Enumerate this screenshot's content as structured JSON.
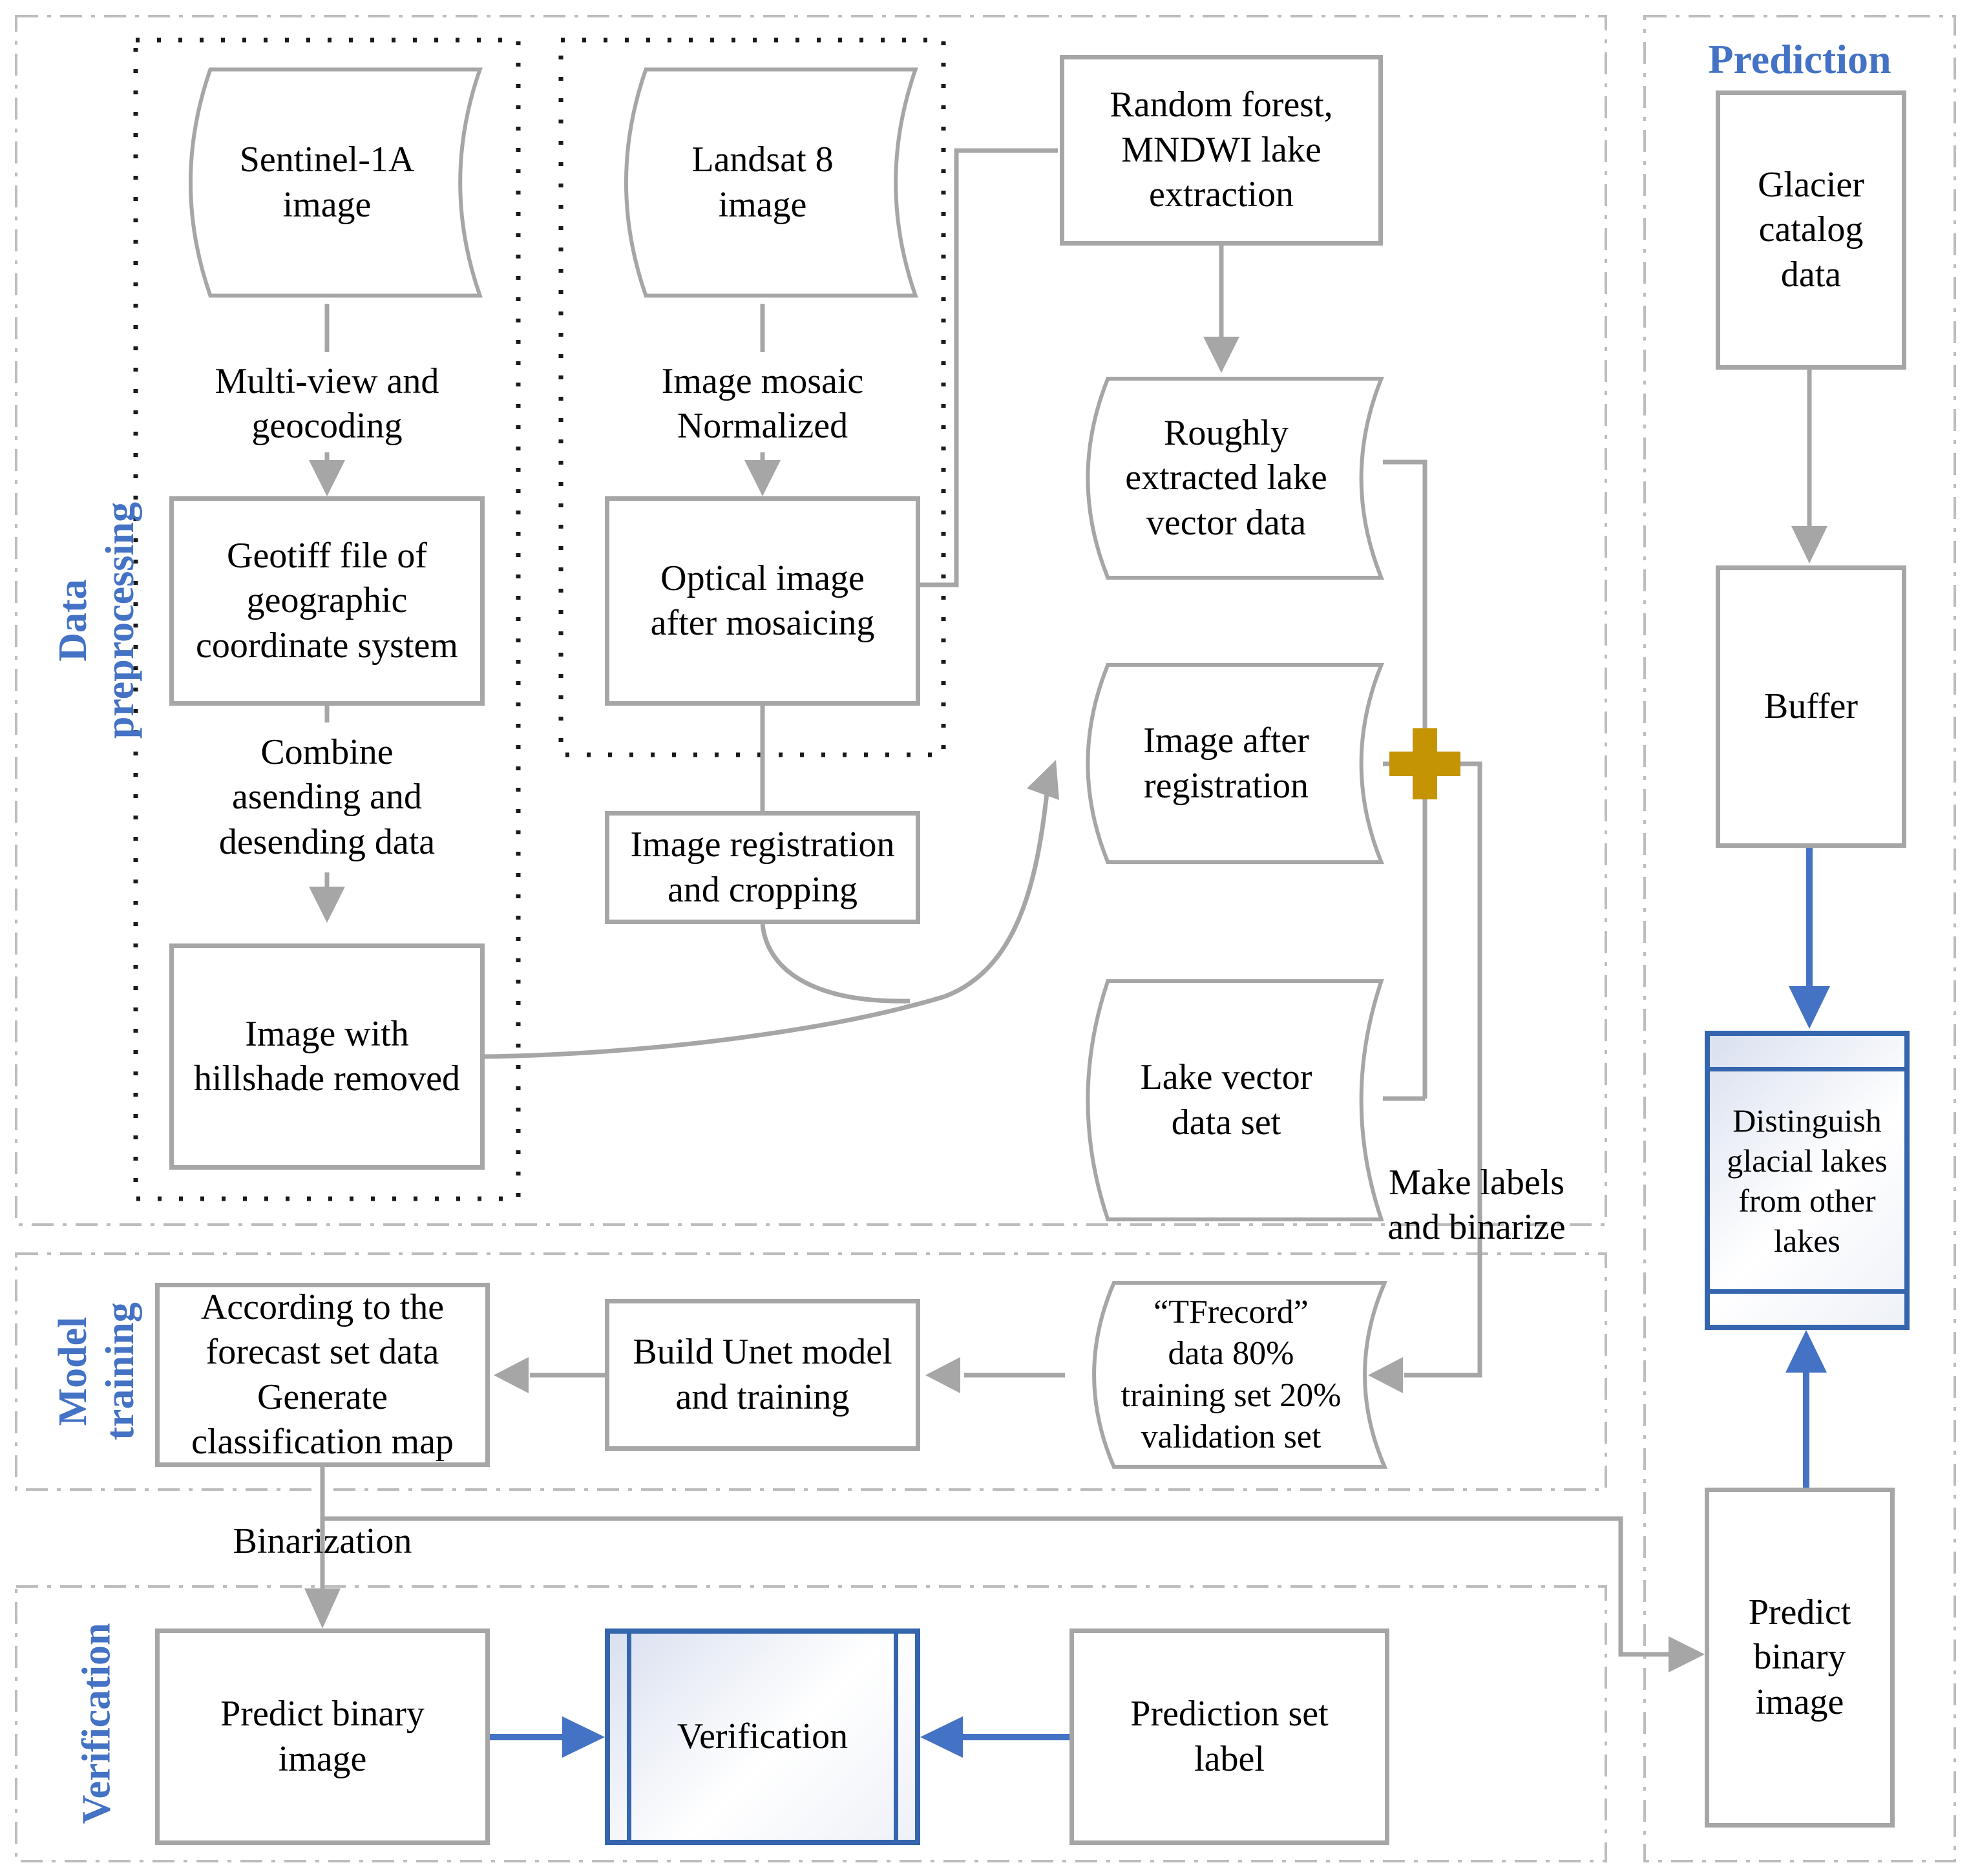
{
  "colors": {
    "box_gray": "#a6a6a6",
    "panel_border": "#bdbdbd",
    "blue_accent": "#4472c4",
    "blue_box_border": "#3465ad",
    "merge_plus_gold": "#c59405"
  },
  "sections": {
    "preprocessing": {
      "label": "Data\npreprocessing"
    },
    "model_training": {
      "label": "Model\ntraining"
    },
    "verification": {
      "label": "Verification"
    },
    "prediction": {
      "label": "Prediction"
    }
  },
  "nodes": {
    "sentinel": {
      "label": "Sentinel-1A\nimage",
      "shape": "stored-data"
    },
    "landsat": {
      "label": "Landsat 8\nimage",
      "shape": "stored-data"
    },
    "random_forest": {
      "label": "Random forest,\nMNDWI lake\nextraction",
      "shape": "process"
    },
    "geotiff": {
      "label": "Geotiff file of\ngeographic\ncoordinate system",
      "shape": "process"
    },
    "optical": {
      "label": "Optical image\nafter mosaicing",
      "shape": "process"
    },
    "roughly_extracted": {
      "label": "Roughly\nextracted lake\nvector data",
      "shape": "stored-data"
    },
    "image_reg_crop": {
      "label": "Image registration\nand cropping",
      "shape": "process"
    },
    "image_after_reg": {
      "label": "Image after\nregistration",
      "shape": "stored-data"
    },
    "hillshade": {
      "label": "Image with\nhillshade removed",
      "shape": "process"
    },
    "lake_vector": {
      "label": "Lake vector\ndata set",
      "shape": "stored-data"
    },
    "according": {
      "label": "According to the\nforecast set data\nGenerate\nclassification map",
      "shape": "process"
    },
    "build_unet": {
      "label": "Build Unet model\nand training",
      "shape": "process"
    },
    "tfrecord": {
      "label": "“TFrecord”\ndata 80%\ntraining set 20%\nvalidation set",
      "shape": "stored-data"
    },
    "predict_binary_left": {
      "label": "Predict binary\nimage",
      "shape": "process"
    },
    "verification_box": {
      "label": "Verification",
      "shape": "predefined-process"
    },
    "prediction_set_label": {
      "label": "Prediction set\nlabel",
      "shape": "process"
    },
    "glacier_catalog": {
      "label": "Glacier\ncatalog\ndata",
      "shape": "process"
    },
    "buffer": {
      "label": "Buffer",
      "shape": "process"
    },
    "distinguish": {
      "label": "Distinguish\nglacial lakes\nfrom other\nlakes",
      "shape": "predefined-process"
    },
    "predict_binary_right": {
      "label": "Predict\nbinary\nimage",
      "shape": "process"
    }
  },
  "edge_labels": {
    "multi_view": "Multi-view and\ngeocoding",
    "image_mosaic": "Image mosaic\nNormalized",
    "combine": "Combine\nasending and\ndesending data",
    "make_labels": "Make labels\nand binarize",
    "binarization": "Binarization"
  }
}
